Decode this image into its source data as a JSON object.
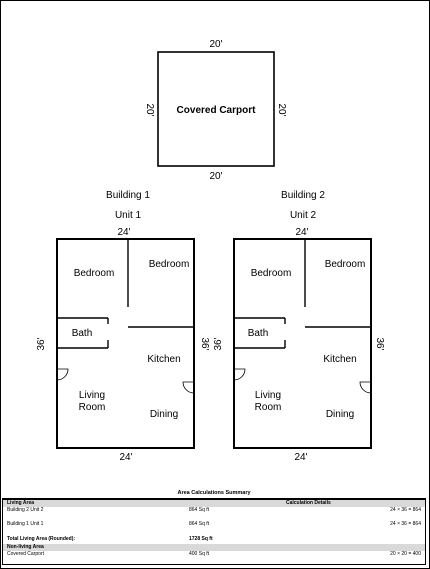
{
  "carport": {
    "label": "Covered Carport",
    "dim_top": "20'",
    "dim_bottom": "20'",
    "dim_left": "20'",
    "dim_right": "20'"
  },
  "buildings": [
    {
      "building": "Building 1",
      "unit": "Unit 1",
      "dim_top": "24'",
      "dim_bottom": "24'",
      "dim_left": "36'",
      "dim_right": "36'",
      "rooms": {
        "bedroom_a": "Bedroom",
        "bedroom_b": "Bedroom",
        "bath": "Bath",
        "kitchen": "Kitchen",
        "living_1": "Living",
        "living_2": "Room",
        "dining": "Dining"
      }
    },
    {
      "building": "Building 2",
      "unit": "Unit 2",
      "dim_top": "24'",
      "dim_bottom": "24'",
      "dim_left": "36'",
      "dim_right": "36'",
      "rooms": {
        "bedroom_a": "Bedroom",
        "bedroom_b": "Bedroom",
        "bath": "Bath",
        "kitchen": "Kitchen",
        "living_1": "Living",
        "living_2": "Room",
        "dining": "Dining"
      }
    }
  ],
  "summary": {
    "title": "Area Calculations Summary",
    "living_header": "Living Area",
    "details_header": "Calculation Details",
    "rows": [
      {
        "name": "Building 2 Unit 2",
        "area": "864 Sq ft",
        "calc": "24 × 36 = 864"
      },
      {
        "name": "Building 1 Unit 1",
        "area": "864 Sq ft",
        "calc": "24 × 36 = 864"
      }
    ],
    "total_label": "Total Living Area (Rounded):",
    "total_value": "1728 Sq ft",
    "nonliving_header": "Non-living Area",
    "nonliving_rows": [
      {
        "name": "Covered Carport",
        "area": "400 Sq ft",
        "calc": "20 × 20 = 400"
      }
    ]
  }
}
